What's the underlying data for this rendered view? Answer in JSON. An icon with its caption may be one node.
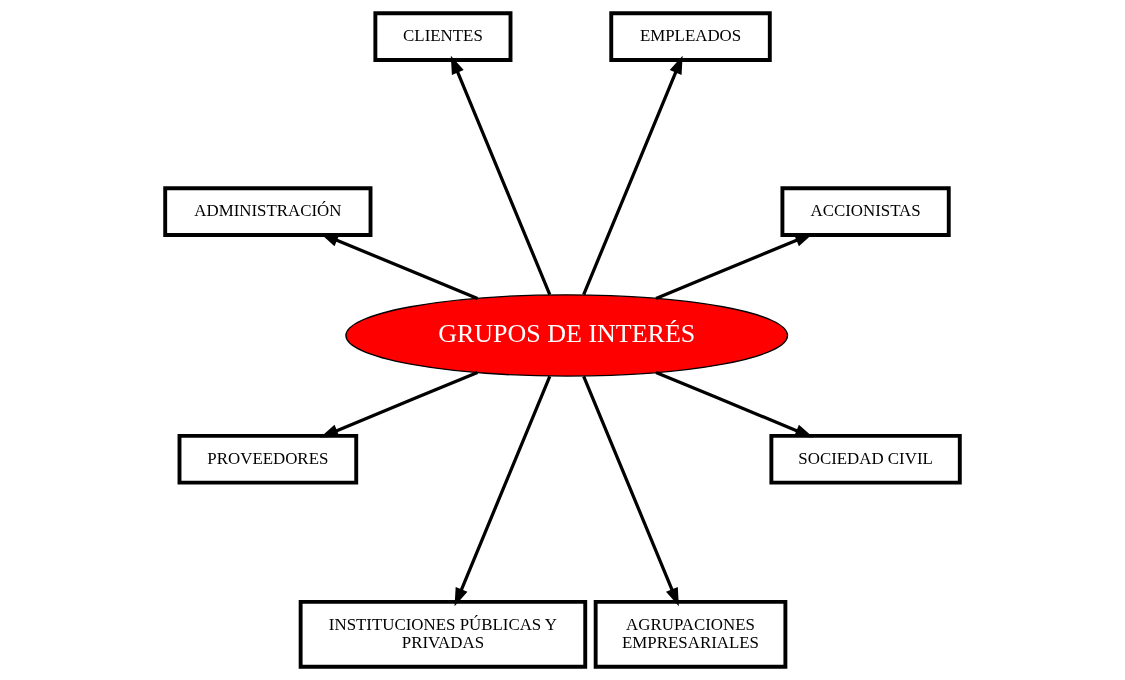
{
  "diagram": {
    "nodes": [
      {
        "text": [
          "ACCIONISTAS"
        ]
      },
      {
        "text": [
          "EMPLEADOS"
        ]
      },
      {
        "text": [
          "CLIENTES"
        ]
      },
      {
        "text": [
          "ADMINISTRACIÓN"
        ]
      },
      {
        "text": [
          "GRUPOS DE INTERÉS"
        ]
      },
      {
        "text": [
          "PROVEEDORES"
        ]
      },
      {
        "text": [
          "INSTITUCIONES PÚBLICAS Y PRIVADAS"
        ]
      },
      {
        "text": [
          "AGRUPACIONES EMPRESARIALES"
        ]
      },
      {
        "text": [
          "SOCIEDAD CIVIL"
        ]
      }
    ],
    "edges": [
      {
        "from": 4,
        "to": 0,
        "arrow": "to"
      },
      {
        "from": 4,
        "to": 1,
        "arrow": "to"
      },
      {
        "from": 4,
        "to": 2,
        "arrow": "to"
      },
      {
        "from": 4,
        "to": 3,
        "arrow": "to"
      },
      {
        "from": 4,
        "to": 5,
        "arrow": "to"
      },
      {
        "from": 4,
        "to": 6,
        "arrow": "to"
      },
      {
        "from": 4,
        "to": 7,
        "arrow": "to"
      },
      {
        "from": 4,
        "to": 8,
        "arrow": "to"
      }
    ]
  }
}
